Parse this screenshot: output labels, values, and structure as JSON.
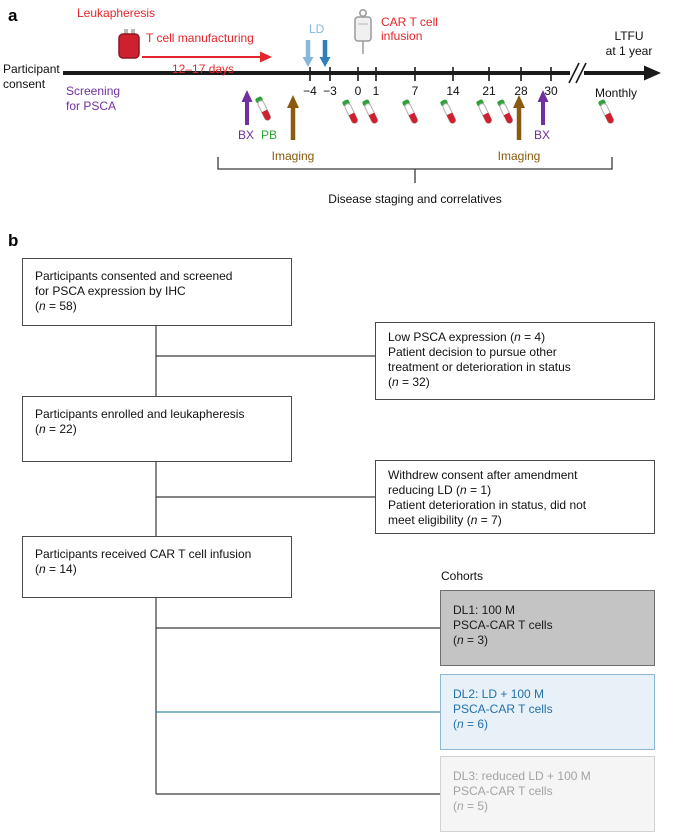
{
  "panel_a": {
    "label": "a",
    "leukapheresis": "Leukapheresis",
    "manufacturing": "T cell manufacturing",
    "duration": "12–17 days",
    "ld": "LD",
    "infusion_line1": "CAR T cell",
    "infusion_line2": "infusion",
    "ltfu_line1": "LTFU",
    "ltfu_line2": "at 1 year",
    "consent_line1": "Participant",
    "consent_line2": "consent",
    "screening_line1": "Screening",
    "screening_line2": "for PSCA",
    "bx_left": "BX",
    "pb": "PB",
    "imaging_left": "Imaging",
    "imaging_right": "Imaging",
    "bx_right": "BX",
    "monthly": "Monthly",
    "ticks": [
      "−4",
      "−3",
      "0",
      "1",
      "7",
      "14",
      "21",
      "28",
      "30"
    ],
    "bracket_label": "Disease staging and correlatives",
    "icons": {
      "blood_bag": "blood-bag-icon",
      "iv_bag": "iv-bag-icon",
      "blood_tube": "blood-tube-icon"
    }
  },
  "panel_b": {
    "label": "b",
    "box_screened": {
      "lines": [
        "Participants consented and screened",
        "for PSCA expression by IHC",
        "(n = 58)"
      ]
    },
    "box_excluded1": {
      "lines": [
        "Low PSCA expression (n = 4)",
        "Patient decision to pursue other",
        "treatment or deterioration in status",
        "(n = 32)"
      ]
    },
    "box_enrolled": {
      "lines": [
        "Participants enrolled and leukapheresis",
        "(n = 22)"
      ]
    },
    "box_excluded2": {
      "lines": [
        "Withdrew consent after amendment",
        "reducing LD (n = 1)",
        "Patient deterioration in status, did not",
        "meet eligibility (n = 7)"
      ]
    },
    "box_infused": {
      "lines": [
        "Participants received CAR T cell infusion",
        "(n = 14)"
      ]
    },
    "cohorts_label": "Cohorts",
    "box_dl1": {
      "lines": [
        "DL1: 100 M",
        "PSCA-CAR T cells",
        "(n = 3)"
      ]
    },
    "box_dl2": {
      "lines": [
        "DL2: LD + 100 M",
        "PSCA-CAR T cells",
        "(n = 6)"
      ]
    },
    "box_dl3": {
      "lines": [
        "DL3: reduced LD + 100 M",
        "PSCA-CAR T cells",
        "(n = 5)"
      ]
    }
  },
  "colors": {
    "red": "#e4262c",
    "purple": "#7130a0",
    "green": "#2fa23a",
    "light_blue": "#85b8da",
    "dark_blue": "#2f7fbc",
    "brown": "#8a5a0e",
    "blood_red": "#cf2030",
    "dl1_bg": "#c4c4c4",
    "dl2_bg": "#e8f1f8",
    "dl2_border": "#8fb6d2",
    "dl2_text": "#2272a8",
    "dl2_line": "#3d8fa6",
    "dl3_bg": "#f5f5f5",
    "dl3_text": "#a3a3a3",
    "connector": "#3a3a3a"
  }
}
